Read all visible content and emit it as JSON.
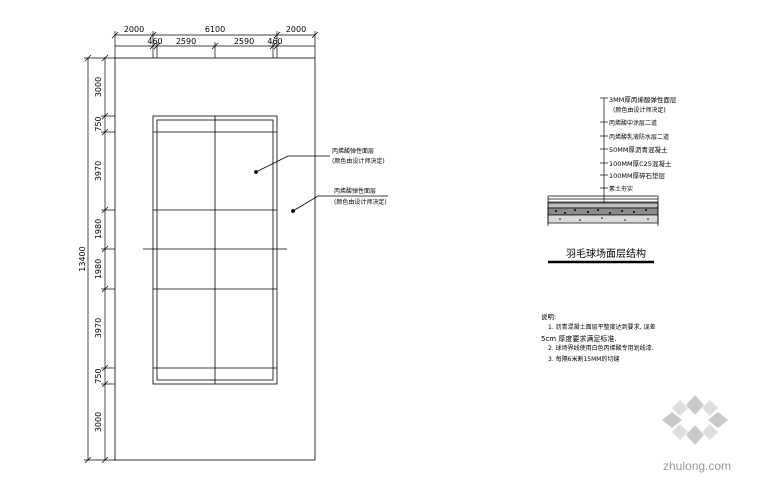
{
  "plan": {
    "dims_top_outer": [
      "2000",
      "6100",
      "2000"
    ],
    "dims_top_inner": [
      "460",
      "2590",
      "2590",
      "460"
    ],
    "dims_left_total": "13400",
    "dims_left_segments": [
      "3000",
      "750",
      "3970",
      "1980",
      "1980",
      "3970",
      "750",
      "3000"
    ],
    "callout_court": [
      "丙烯酸弹性面层",
      "(颜色由设计师决定)"
    ],
    "callout_surround": [
      "丙烯酸弹性面层",
      "(颜色由设计师决定)"
    ]
  },
  "section": {
    "layers": [
      "3MM厚丙烯酸弹性面层",
      "(颜色由设计师决定)",
      "丙烯酸中涂层二道",
      "丙烯酸乳液防水层二道",
      "50MM厚沥青混凝土",
      "100MM厚C25混凝土",
      "100MM厚碎石垫层",
      "素土夯实"
    ],
    "title": "羽毛球场面层结构"
  },
  "notes": {
    "heading": "说明:",
    "items": [
      "1. 沥青混凝土面层平整度达到要求, 误差",
      "5cm 厚度要求满足标准.",
      "2. 球场界线使用白色丙烯酸专用划线漆.",
      "3. 每隔6米割15MM的切缝"
    ]
  },
  "watermark": {
    "text": "zhulong.com",
    "color": "#9a9a9a"
  }
}
